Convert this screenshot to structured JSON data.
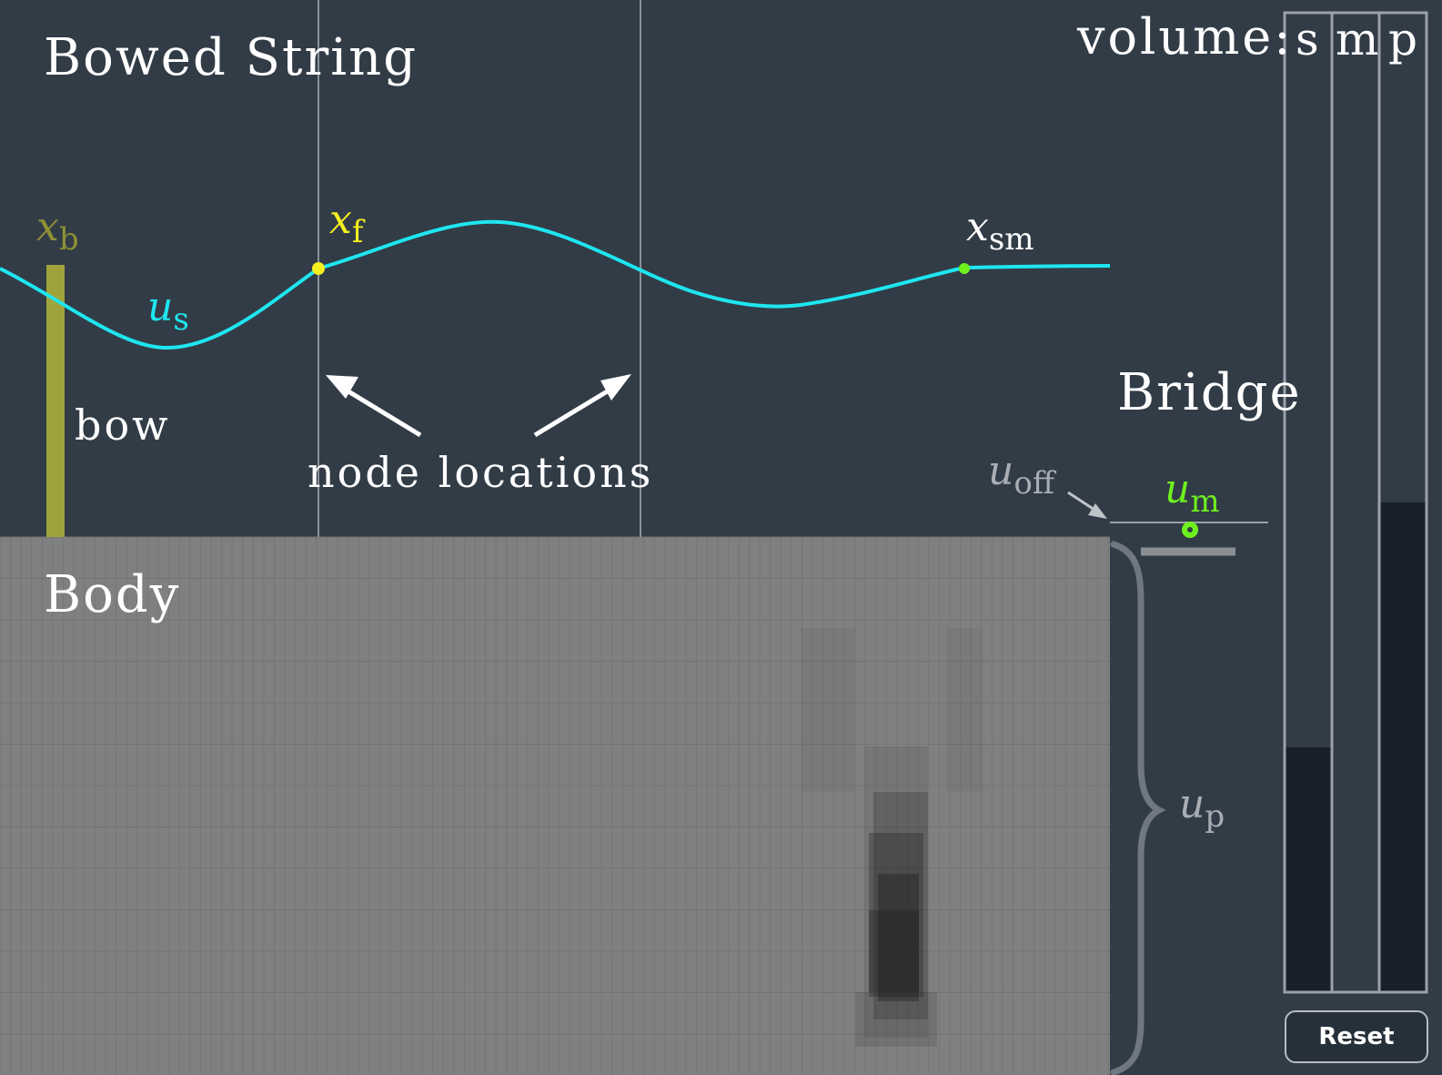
{
  "panel": {
    "string_title": "Bowed String",
    "body_title": "Body",
    "bridge_title": "Bridge",
    "bow_label": "bow",
    "node_label": "node locations"
  },
  "symbols": {
    "xb": {
      "base": "x",
      "sub": "b"
    },
    "xf": {
      "base": "x",
      "sub": "f"
    },
    "xsm": {
      "base": "x",
      "sub": "sm"
    },
    "us": {
      "base": "u",
      "sub": "s"
    },
    "uoff": {
      "base": "u",
      "sub": "off"
    },
    "um": {
      "base": "u",
      "sub": "m"
    },
    "up": {
      "base": "u",
      "sub": "p"
    }
  },
  "volume": {
    "label": "volume:",
    "meters": [
      {
        "letter": "s",
        "level": 0.25
      },
      {
        "letter": "m",
        "level": 0.0
      },
      {
        "letter": "p",
        "level": 0.5
      }
    ]
  },
  "reset_label": "Reset",
  "colors": {
    "background": "#323c47",
    "string": "#1ee6f0",
    "bow": "#a0a33c",
    "xb": "#8f9136",
    "xf": "#f5f01e",
    "mass": "#6ef01e",
    "body": "#808080",
    "node_line": "#8a9299",
    "meter_fill": "#19202a"
  }
}
